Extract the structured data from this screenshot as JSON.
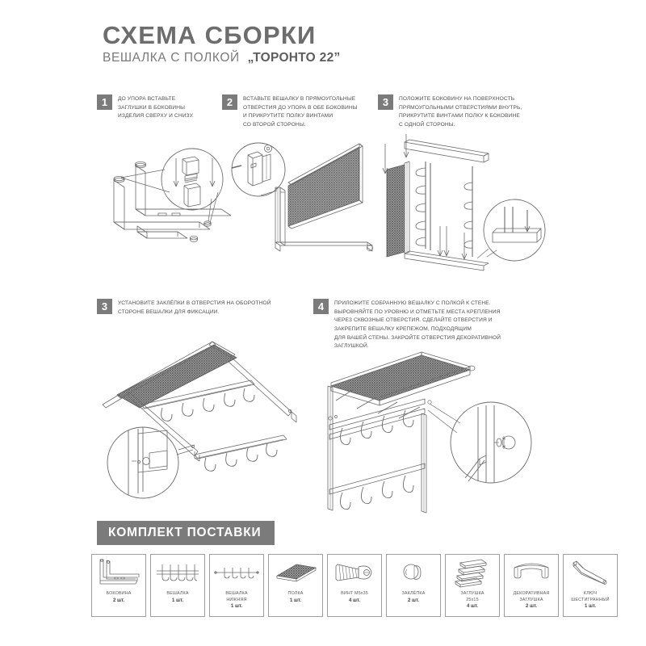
{
  "document": {
    "title_main": "СХЕМА СБОРКИ",
    "title_sub_prefix": "ВЕШАЛКА С ПОЛКОЙ",
    "title_sub_model": "„ТОРОНТО 22”"
  },
  "steps": [
    {
      "number": "1",
      "text": "ДО УПОРА ВСТАВЬТЕ\nЗАГЛУШКИ В БОКОВИНЫ\nИЗДЕЛИЯ СВЕРХУ И СНИЗУ.",
      "figure": "side-frames-with-end-caps"
    },
    {
      "number": "2",
      "text": "ВСТАВЬТЕ  ВЕШАЛКУ В ПРЯМОУГОЛЬНЫЕ\nОТВЕРСТИЯ ДО УПОРА В ОБЕ БОКОВИНЫ\nИ ПРИКРУТИТЕ ПОЛКУ ВИНТАМИ\nСО ВТОРОЙ СТОРОНЫ.",
      "figure": "shelf-panel-into-frame"
    },
    {
      "number": "3",
      "text": "ПОЛОЖИТЕ БОКОВИНУ НА ПОВЕРХНОСТЬ\nПРЯМОУГОЛЬНЫМИ ОТВЕРСТИЯМИ ВНУТРЬ,\nПРИКРУТИТЕ ВИНТАМИ ПОЛКУ К БОКОВИНЕ\nС ОДНОЙ СТОРОНЫ.",
      "figure": "hook-rails-into-side-panel"
    },
    {
      "number": "3",
      "text": "УСТАНОВИТЕ ЗАКЛЁПКИ В ОТВЕРСТИЯ НА ОБОРОТНОЙ\nСТОРОНЕ ВЕШАЛКИ ДЛЯ ФИКСАЦИИ.",
      "figure": "rack-face-down-with-rivets"
    },
    {
      "number": "4",
      "text": "ПРИЛОЖИТЕ СОБРАННУЮ ВЕШАЛКУ С ПОЛКОЙ К СТЕНЕ.\nВЫРОВНЯЙТЕ ПО УРОВНЮ И ОТМЕТЬТЕ МЕСТА КРЕПЛЕНИЯ\nЧЕРЕЗ СКВОЗНЫЕ ОТВЕРСТИЯ.  СДЕЛАЙТЕ ОТВЕРСТИЯ И\nЗАКРЕПИТЕ ВЕШАЛКУ КРЕПЕЖОМ, ПОДХОДЯЩИМ\nДЛЯ ВАШЕЙ СТЕНЫ. ЗАКРОЙТЕ ОТВЕРСТИЯ ДЕКОРАТИВНОЙ\nЗАГЛУШКОЙ.",
      "figure": "wall-mounted-finished-rack"
    }
  ],
  "kit": {
    "banner": "КОМПЛЕКТ ПОСТАВКИ",
    "parts": [
      {
        "name": "БОКОВИНА",
        "qty": "2 шт.",
        "icon": "side-frame-icon"
      },
      {
        "name": "ВЕШАЛКА",
        "qty": "1 шт.",
        "icon": "hook-rail-icon"
      },
      {
        "name": "ВЕШАЛКА\nНИЖНЯЯ",
        "qty": "1 шт.",
        "icon": "lower-hook-rail-icon"
      },
      {
        "name": "ПОЛКА",
        "qty": "1 шт.",
        "icon": "mesh-shelf-icon"
      },
      {
        "name": "ВИНТ М5х35",
        "qty": "4 шт.",
        "icon": "screw-icon"
      },
      {
        "name": "ЗАКЛЁПКА",
        "qty": "2 шт.",
        "icon": "rivet-icon"
      },
      {
        "name": "ЗАГЛУШКА\n25х15",
        "qty": "4 шт.",
        "icon": "end-cap-icon"
      },
      {
        "name": "ДЕКОРАТИВНАЯ\nЗАГЛУШКА",
        "qty": "2 шт.",
        "icon": "decor-cap-icon"
      },
      {
        "name": "КЛЮЧ\nШЕСТИГРАННЫЙ",
        "qty": "1 шт.",
        "icon": "hex-key-icon"
      }
    ]
  },
  "colors": {
    "badge_gray": "#7b7b7b",
    "title_gray": "#6d6d6d",
    "line_gray": "#6b6b6b",
    "mesh_gray": "#8c8c8c",
    "page_bg": "#ffffff"
  }
}
